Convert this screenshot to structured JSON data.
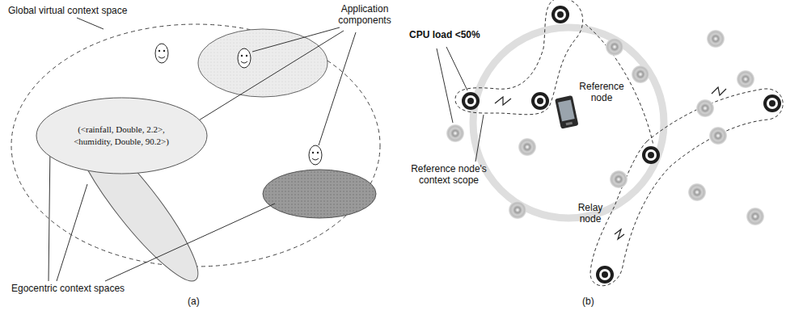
{
  "diagram": {
    "nodes": [
      {
        "text": [
          "(<rainfall, Double, 2.2>, <humidity, Double, 90.2>)"
        ]
      }
    ],
    "labels": [
      "Global virtual context space",
      "Application components",
      "Egocentric context spaces",
      "(a)",
      "CPU load <50%",
      "Reference node",
      "Relay node",
      "Reference node's context scope",
      "(b)"
    ]
  }
}
